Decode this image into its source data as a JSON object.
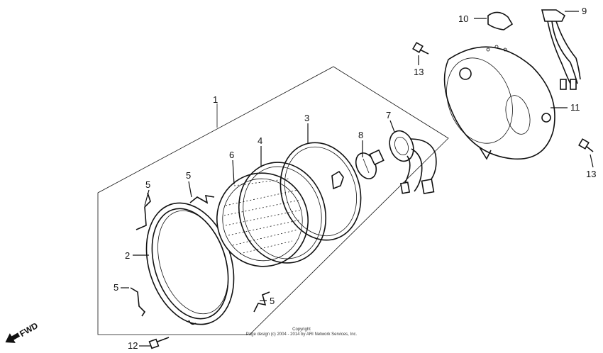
{
  "callouts": [
    {
      "id": "c1",
      "text": "1"
    },
    {
      "id": "c2",
      "text": "2"
    },
    {
      "id": "c3",
      "text": "3"
    },
    {
      "id": "c4",
      "text": "4"
    },
    {
      "id": "c5a",
      "text": "5"
    },
    {
      "id": "c5b",
      "text": "5"
    },
    {
      "id": "c5c",
      "text": "5"
    },
    {
      "id": "c5d",
      "text": "5"
    },
    {
      "id": "c6",
      "text": "6"
    },
    {
      "id": "c7",
      "text": "7"
    },
    {
      "id": "c8",
      "text": "8"
    },
    {
      "id": "c9",
      "text": "9"
    },
    {
      "id": "c10",
      "text": "10"
    },
    {
      "id": "c11",
      "text": "11"
    },
    {
      "id": "c12",
      "text": "12"
    },
    {
      "id": "c13a",
      "text": "13"
    },
    {
      "id": "c13b",
      "text": "13"
    }
  ],
  "direction_label": "FWD",
  "copyright": {
    "line1": "Copyright",
    "line2": "Page design (c) 2004 - 2014 by ARI Network Services, Inc."
  }
}
